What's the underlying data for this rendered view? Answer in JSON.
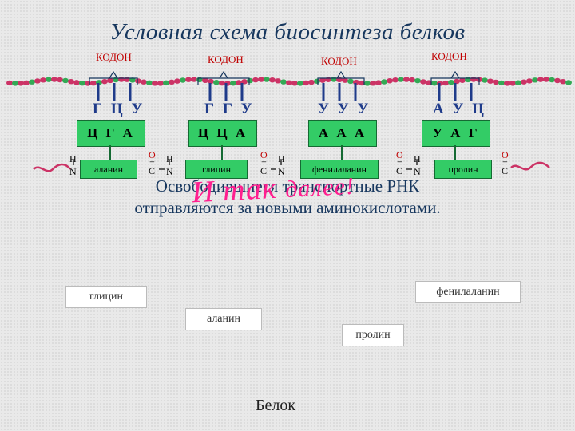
{
  "title": "Условная схема биосинтеза белков",
  "codon_label": "КОДОН",
  "mrna_triplets": [
    "Г Ц У",
    "Г Г У",
    "У У У",
    "А У Ц"
  ],
  "anticodons": [
    "Ц Г А",
    "Ц Ц А",
    "А А А",
    "У А Г"
  ],
  "amino_acids_chain": [
    "аланин",
    "глицин",
    "фенилаланин",
    "пролин"
  ],
  "atoms": {
    "H": "H",
    "N": "N",
    "O": "O",
    "C": "C",
    "eq": "="
  },
  "caption_line1": "Освободившиеся транспортные РНК",
  "caption_line2": "отправляются за новыми аминокислотами.",
  "overlay_and_so_on": "И так",
  "overlay_further": "далее!",
  "free_amino_acids": {
    "glycine": "глицин",
    "phenylalanine": "фенилаланин",
    "alanine": "аланин",
    "proline": "пролин"
  },
  "protein_label": "Белок",
  "colors": {
    "mrna_bead_a": "#cc3366",
    "mrna_bead_b": "#33aa55",
    "trna_box": "#33cc66",
    "title": "#17375e",
    "overlay": "#ff1f8f",
    "codon_label": "#c00000"
  }
}
